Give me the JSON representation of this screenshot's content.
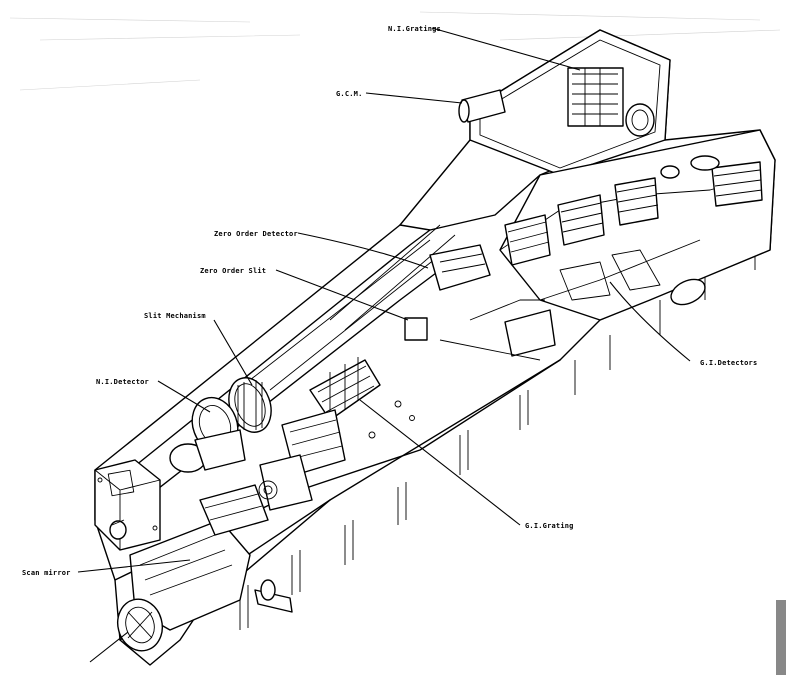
{
  "labels": {
    "ni_gratings": "N.I.Gratings",
    "gcm": "G.C.M.",
    "zero_order_detector": "Zero Order Detector",
    "zero_order_slit": "Zero Order Slit",
    "slit_mechanism": "Slit Mechanism",
    "ni_detector": "N.I.Detector",
    "gi_detectors": "G.I.Detectors",
    "gi_grating": "G.I.Grating",
    "scan_mirror": "Scan mirror"
  },
  "colors": {
    "ink": "#000000",
    "paper": "#ffffff"
  }
}
